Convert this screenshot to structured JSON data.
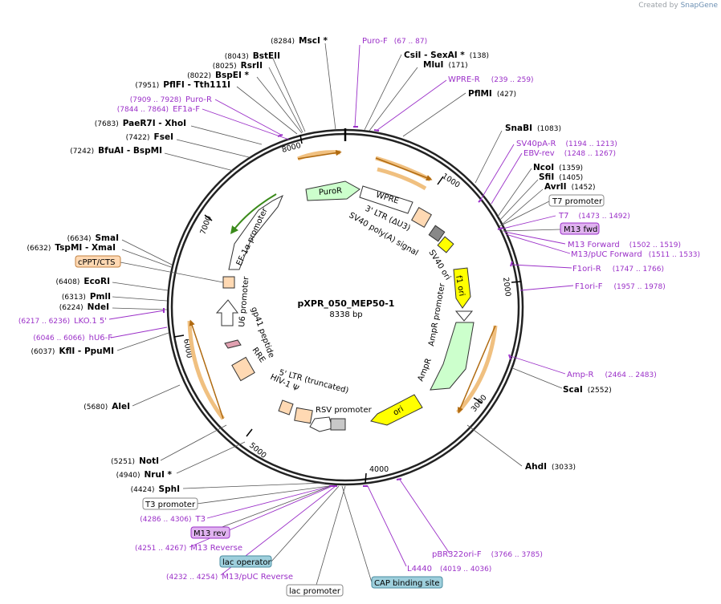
{
  "credit": {
    "prefix": "Created by",
    "brand": "SnapGene"
  },
  "plasmid": {
    "name": "pXPR_050_MEP50-1",
    "size_label": "8338 bp",
    "length": 8338
  },
  "ticks": [
    "1000",
    "2000",
    "3000",
    "4000",
    "5000",
    "6000",
    "7000",
    "8000"
  ],
  "enzymes": [
    {
      "name": "MscI *",
      "pos": "(8284)"
    },
    {
      "name": "BstEII",
      "pos": "(8043)"
    },
    {
      "name": "RsrII",
      "pos": "(8025)"
    },
    {
      "name": "BspEI *",
      "pos": "(8022)"
    },
    {
      "name": "PflFI  - Tth111I",
      "pos": "(7951)"
    },
    {
      "name": "PaeR7I  - XhoI",
      "pos": "(7683)"
    },
    {
      "name": "FseI",
      "pos": "(7422)"
    },
    {
      "name": "BfuAI  - BspMI",
      "pos": "(7242)"
    },
    {
      "name": "CsiI  - SexAI *",
      "pos": "(138)"
    },
    {
      "name": "MluI",
      "pos": "(171)"
    },
    {
      "name": "PflMI",
      "pos": "(427)"
    },
    {
      "name": "SnaBI",
      "pos": "(1083)"
    },
    {
      "name": "NcoI",
      "pos": "(1359)"
    },
    {
      "name": "SfiI",
      "pos": "(1405)"
    },
    {
      "name": "AvrII",
      "pos": "(1452)"
    },
    {
      "name": "SmaI",
      "pos": "(6634)"
    },
    {
      "name": "TspMI  - XmaI",
      "pos": "(6632)"
    },
    {
      "name": "EcoRI",
      "pos": "(6408)"
    },
    {
      "name": "PmlI",
      "pos": "(6313)"
    },
    {
      "name": "NdeI",
      "pos": "(6224)"
    },
    {
      "name": "KflI  - PpuMI",
      "pos": "(6037)"
    },
    {
      "name": "AleI",
      "pos": "(5680)"
    },
    {
      "name": "NotI",
      "pos": "(5251)"
    },
    {
      "name": "NruI *",
      "pos": "(4940)"
    },
    {
      "name": "SphI",
      "pos": "(4424)"
    },
    {
      "name": "ScaI",
      "pos": "(2552)"
    },
    {
      "name": "AhdI",
      "pos": "(3033)"
    }
  ],
  "primers": [
    {
      "name": "Puro-F",
      "pos": "(67 .. 87)"
    },
    {
      "name": "WPRE-R",
      "pos": "(239 .. 259)"
    },
    {
      "name": "Puro-R",
      "pos": "(7909 .. 7928)"
    },
    {
      "name": "EF1a-F",
      "pos": "(7844 .. 7864)"
    },
    {
      "name": "SV40pA-R",
      "pos": "(1194 .. 1213)"
    },
    {
      "name": "EBV-rev",
      "pos": "(1248 .. 1267)"
    },
    {
      "name": "T7",
      "pos": "(1473 .. 1492)"
    },
    {
      "name": "M13 Forward",
      "pos": "(1502 .. 1519)"
    },
    {
      "name": "M13/pUC Forward",
      "pos": "(1511 .. 1533)"
    },
    {
      "name": "F1ori-R",
      "pos": "(1747 .. 1766)"
    },
    {
      "name": "F1ori-F",
      "pos": "(1957 .. 1978)"
    },
    {
      "name": "LKO.1 5'",
      "pos": "(6217 .. 6236)"
    },
    {
      "name": "hU6-F",
      "pos": "(6046 .. 6066)"
    },
    {
      "name": "Amp-R",
      "pos": "(2464 .. 2483)"
    },
    {
      "name": "T3",
      "pos": "(4286 .. 4306)"
    },
    {
      "name": "M13 Reverse",
      "pos": "(4251 .. 4267)"
    },
    {
      "name": "M13/pUC Reverse",
      "pos": "(4232 .. 4254)"
    },
    {
      "name": "pBR322ori-F",
      "pos": "(3766 .. 3785)"
    },
    {
      "name": "L4440",
      "pos": "(4019 .. 4036)"
    }
  ],
  "boxed_labels": [
    {
      "name": "T7 promoter",
      "style": "white"
    },
    {
      "name": "M13 fwd",
      "style": "purple"
    },
    {
      "name": "cPPT/CTS",
      "style": "orange"
    },
    {
      "name": "T3 promoter",
      "style": "white"
    },
    {
      "name": "M13 rev",
      "style": "purple"
    },
    {
      "name": "lac operator",
      "style": "teal"
    },
    {
      "name": "CAP binding site",
      "style": "teal"
    },
    {
      "name": "lac promoter",
      "style": "white"
    }
  ],
  "features": [
    "PuroR",
    "WPRE",
    "3' LTR (ΔU3)",
    "SV40 poly(A) signal",
    "SV40 ori",
    "f1 ori",
    "AmpR promoter",
    "AmpR",
    "ori",
    "RSV promoter",
    "5' LTR (truncated)",
    "HIV-1 Ψ",
    "RRE",
    "gp41 peptide",
    "U6 promoter",
    "EF-1α promoter"
  ],
  "colors": {
    "primer": "#9b30c8",
    "backbone": "#222222",
    "orf_arc": "#f0c080",
    "orf_arrow": "#b06a10",
    "puro_arc": "#3a8a1a",
    "puror": "#ccffcc",
    "ori": "#ffff00",
    "ltr": "#ffd9b3",
    "grey": "#888888",
    "white": "#ffffff",
    "purple_box": "#e0b3f0",
    "teal_box": "#9ecfdc"
  }
}
